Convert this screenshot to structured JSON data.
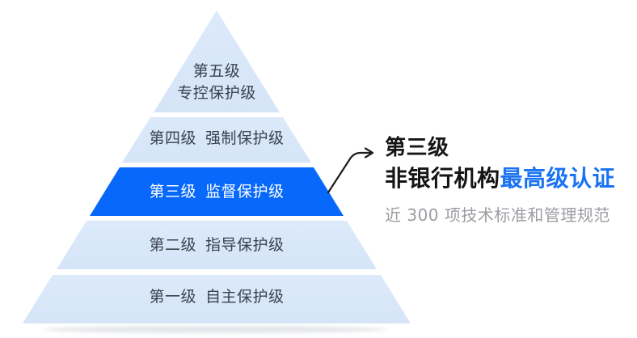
{
  "pyramid": {
    "levels": [
      {
        "level": "第五级",
        "name": "专控保护级",
        "highlighted": false
      },
      {
        "level": "第四级",
        "name": "强制保护级",
        "highlighted": false
      },
      {
        "level": "第三级",
        "name": "监督保护级",
        "highlighted": true
      },
      {
        "level": "第二级",
        "name": "指导保护级",
        "highlighted": false
      },
      {
        "level": "第一级",
        "name": "自主保护级",
        "highlighted": false
      }
    ],
    "highlighted_level": "第三级"
  },
  "annotation": {
    "title_line1": "第三级",
    "title_line2_black": "非银行机构",
    "title_line2_accent": "最高级认证",
    "subtitle": "近 300 项技术标准和管理规范"
  },
  "colors": {
    "highlight_fill": "#0768fb",
    "layer_fill": "#d9e8f8",
    "accent_text": "#1a73f2",
    "label_text": "#3a424f",
    "highlight_label_text": "#ffffff",
    "title_text": "#151515",
    "muted_text": "#9b9da2",
    "arrow": "#1d1d1d"
  }
}
